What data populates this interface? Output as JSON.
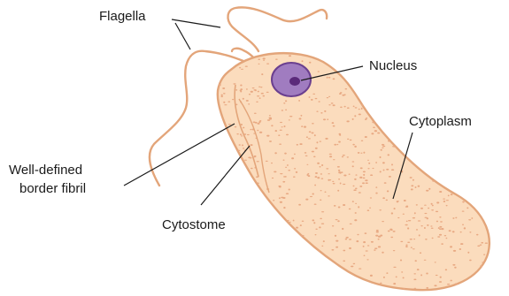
{
  "diagram": {
    "labels": {
      "flagella": "Flagella",
      "nucleus": "Nucleus",
      "cytoplasm": "Cytoplasm",
      "border_fibril_line1": "Well-defined",
      "border_fibril_line2": "border fibril",
      "cytostome": "Cytostome"
    },
    "colors": {
      "cell_fill": "#fbdcbd",
      "cell_outline": "#e3a57a",
      "granules": "#e8a983",
      "nucleus_fill": "#a07cc0",
      "nucleus_outline": "#6a3f8f",
      "nucleolus": "#5a2a7a",
      "label_text": "#1a1a1a"
    }
  }
}
